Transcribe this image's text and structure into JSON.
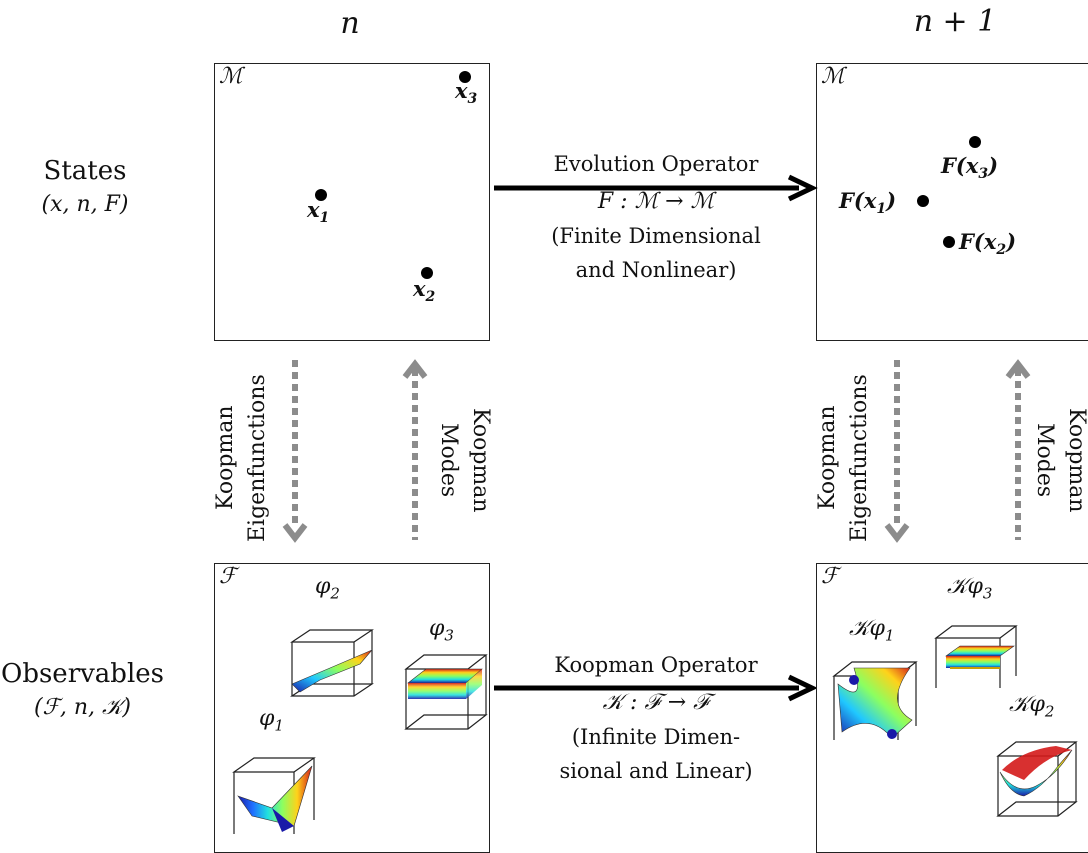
{
  "columns": {
    "left": "n",
    "right": "n + 1"
  },
  "rows": {
    "states": {
      "title": "States",
      "subtitle": "(x, n, F)"
    },
    "observables": {
      "title": "Observables",
      "subtitle": "(ℱ, n, 𝒦)"
    }
  },
  "state_space_label": "ℳ",
  "observable_space_label": "ℱ",
  "states_n": {
    "x1": "x",
    "x2": "x",
    "x3": "x",
    "s1": "1",
    "s2": "2",
    "s3": "3"
  },
  "states_n1": {
    "f": "F(",
    "x": "x",
    "close": ")",
    "s1": "1",
    "s2": "2",
    "s3": "3"
  },
  "evolution": {
    "title": "Evolution Operator",
    "math": "F  :  ℳ  →  ℳ",
    "line1": "(Finite Dimensional",
    "line2": "and Nonlinear)"
  },
  "koopman_op": {
    "title": "Koopman Operator",
    "math": "𝒦  :  ℱ  →  ℱ",
    "line1": "(Infinite Dimen-",
    "line2": "sional and Linear)"
  },
  "vertical": {
    "eigen_top": "Koopman",
    "eigen_bottom": "Eigenfunctions",
    "modes_top": "Koopman",
    "modes_bottom": "Modes"
  },
  "phis_n": {
    "phi": "φ",
    "s1": "1",
    "s2": "2",
    "s3": "3"
  },
  "phis_n1": {
    "k": "𝒦φ",
    "s1": "1",
    "s2": "2",
    "s3": "3"
  },
  "colors": {
    "arrow_dashed": "#8c8c8c",
    "arrow_solid": "#000000"
  }
}
